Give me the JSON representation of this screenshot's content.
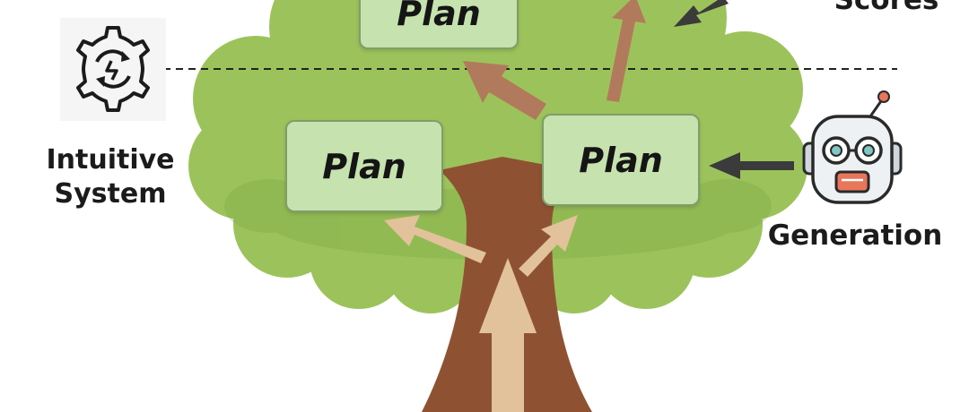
{
  "plans": [
    "Plan",
    "Plan",
    "Plan"
  ],
  "labels": {
    "intuitive_line1": "Intuitive",
    "intuitive_line2": "System",
    "generation": "Generation",
    "scores": "Scores"
  },
  "icons": {
    "system": "gear-with-cycle-arrows-icon",
    "generation": "robot-head-icon"
  },
  "colors": {
    "foliage": "#9cc35b",
    "foliage_dark": "#7fa845",
    "trunk": "#8e5232",
    "root_arrow": "#e2c29a",
    "branch_arrow": "#b27a5c",
    "plan_box": "#c6e2ae"
  }
}
